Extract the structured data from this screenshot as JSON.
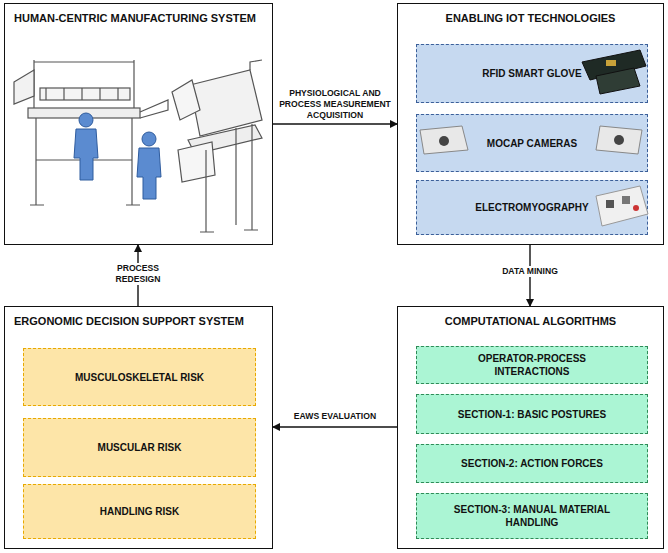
{
  "diagram": {
    "nodes": [
      {
        "text": [
          "HUMAN-CENTRIC MANUFACTURING SYSTEM"
        ]
      },
      {
        "text": [
          "ENABLING IOT TECHNOLOGIES"
        ]
      },
      {
        "text": [
          "RFID SMART GLOVE"
        ],
        "in": 1
      },
      {
        "text": [
          "MOCAP CAMERAS"
        ],
        "in": 1
      },
      {
        "text": [
          "ELECTROMYOGRAPHY"
        ],
        "in": 1
      },
      {
        "text": [
          "ERGONOMIC DECISION SUPPORT SYSTEM"
        ]
      },
      {
        "text": [
          "MUSCULOSKELETAL RISK"
        ],
        "in": 5
      },
      {
        "text": [
          "MUSCULAR RISK"
        ],
        "in": 5
      },
      {
        "text": [
          "HANDLING RISK"
        ],
        "in": 5
      },
      {
        "text": [
          "COMPUTATIONAL ALGORITHMS"
        ]
      },
      {
        "text": [
          "OPERATOR-PROCESS INTERACTIONS"
        ],
        "in": 9
      },
      {
        "text": [
          "SECTION-1: BASIC POSTURES"
        ],
        "in": 9
      },
      {
        "text": [
          "SECTION-2: ACTION FORCES"
        ],
        "in": 9
      },
      {
        "text": [
          "SECTION-3: MANUAL MATERIAL HANDLING"
        ],
        "in": 9
      }
    ],
    "edges": [
      {
        "from": 0,
        "to": 1,
        "arrow": "to",
        "label": "PHYSIOLOGICAL AND PROCESS MEASUREMENT ACQUISITION"
      },
      {
        "from": 1,
        "to": 9,
        "arrow": "to",
        "label": "DATA MINING"
      },
      {
        "from": 9,
        "to": 5,
        "arrow": "to",
        "label": "EAWS EVALUATION"
      },
      {
        "from": 5,
        "to": 0,
        "arrow": "to",
        "label": "PROCESS REDESIGN"
      }
    ]
  }
}
